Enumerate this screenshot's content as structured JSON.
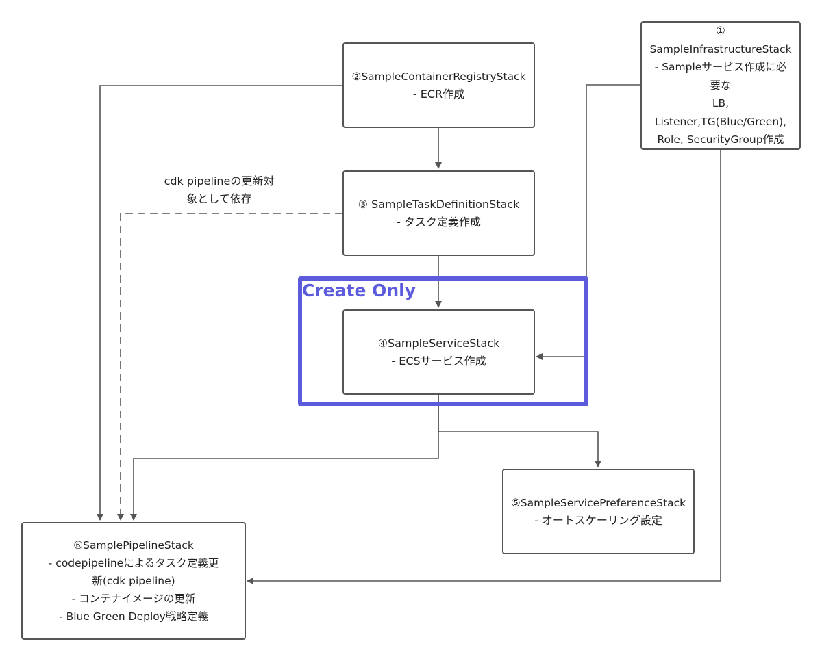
{
  "nodes": {
    "infrastructure": {
      "lines": [
        "①",
        "SampleInfrastructureStack",
        "- Sampleサービス作成に必",
        "要な",
        "LB,",
        "Listener,TG(Blue/Green),",
        "Role, SecurityGroup作成"
      ]
    },
    "container_registry": {
      "title": "②SampleContainerRegistryStack",
      "detail": "- ECR作成"
    },
    "task_definition": {
      "title": "③ SampleTaskDefinitionStack",
      "detail": "- タスク定義作成"
    },
    "service": {
      "title": "④SampleServiceStack",
      "detail": "- ECSサービス作成"
    },
    "service_preference": {
      "title": "⑤SampleServicePreferenceStack",
      "detail": "- オートスケーリング設定"
    },
    "pipeline": {
      "lines": [
        "⑥SamplePipelineStack",
        "- codepipelineによるタスク定義更",
        "新(cdk pipeline)",
        "- コンテナイメージの更新",
        "- Blue Green Deploy戦略定義"
      ]
    }
  },
  "highlight": {
    "label": "Create Only",
    "color": "#5b5bdc"
  },
  "note": {
    "lines": [
      "cdk pipelineの更新対",
      "象として依存"
    ]
  },
  "edges": [
    {
      "from": "container_registry",
      "to": "task_definition",
      "style": "solid"
    },
    {
      "from": "task_definition",
      "to": "service",
      "style": "solid"
    },
    {
      "from": "infrastructure",
      "to": "service",
      "style": "solid"
    },
    {
      "from": "service",
      "to": "service_preference",
      "style": "solid"
    },
    {
      "from": "service",
      "to": "pipeline",
      "style": "solid"
    },
    {
      "from": "container_registry",
      "to": "pipeline",
      "style": "solid"
    },
    {
      "from": "infrastructure",
      "to": "pipeline",
      "style": "solid"
    },
    {
      "from": "task_definition",
      "to": "pipeline",
      "style": "dashed"
    }
  ],
  "colors": {
    "line": "#555555",
    "border": "#555555"
  }
}
